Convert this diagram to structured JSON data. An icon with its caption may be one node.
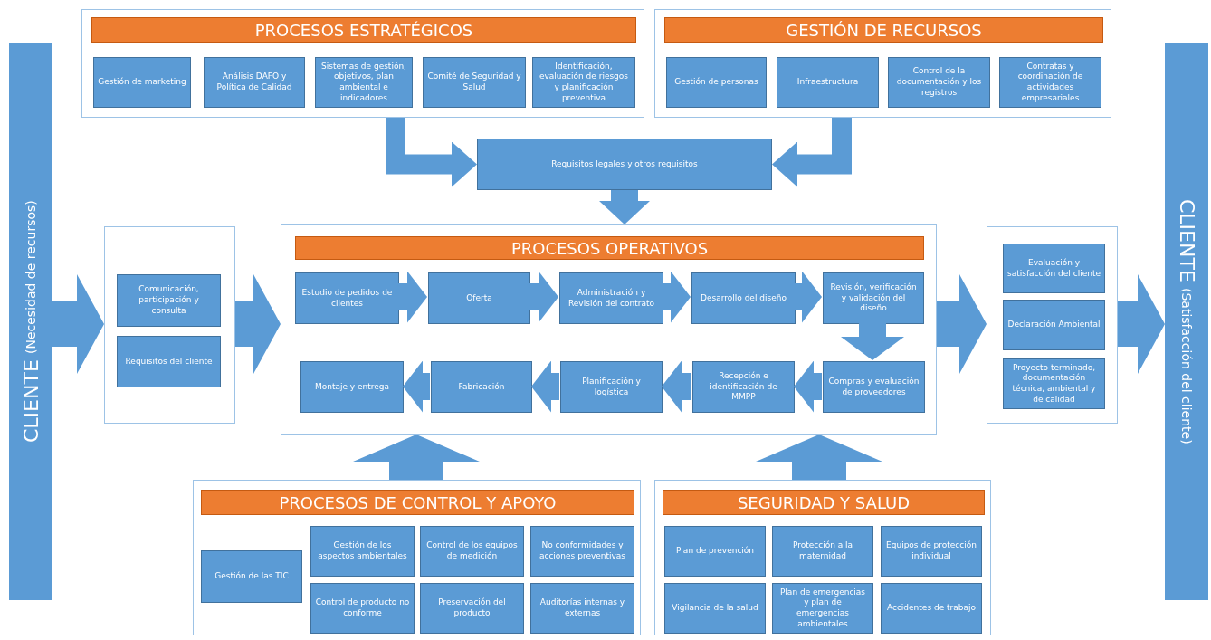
{
  "diagram": {
    "nodes": [
      {
        "text": [
          "CLIENTE",
          "(Necesidad de recursos)"
        ]
      },
      {
        "text": [
          "PROCESOS ESTRATÉGICOS"
        ]
      },
      {
        "text": [
          "Gestión de marketing"
        ],
        "in": 1
      },
      {
        "text": [
          "Análisis DAFO y Política de Calidad"
        ],
        "in": 1
      },
      {
        "text": [
          "Sistemas de gestión, objetivos, plan ambiental e indicadores"
        ],
        "in": 1
      },
      {
        "text": [
          "Comité de Seguridad y Salud"
        ],
        "in": 1
      },
      {
        "text": [
          "Identificación, evaluación de riesgos y planificación preventiva"
        ],
        "in": 1
      },
      {
        "text": [
          "GESTIÓN DE RECURSOS"
        ]
      },
      {
        "text": [
          "Gestión de personas"
        ],
        "in": 7
      },
      {
        "text": [
          "Infraestructura"
        ],
        "in": 7
      },
      {
        "text": [
          "Control de la documentación y los registros"
        ],
        "in": 7
      },
      {
        "text": [
          "Contratas y coordinación de actividades empresariales"
        ],
        "in": 7
      },
      {
        "text": [
          "Requisitos legales y otros requisitos"
        ]
      },
      {
        "text": [],
        "shape": "box"
      },
      {
        "text": [
          "Comunicación, participación y consulta"
        ],
        "in": 13
      },
      {
        "text": [
          "Requisitos del cliente"
        ],
        "in": 13
      },
      {
        "text": [
          "PROCESOS OPERATIVOS"
        ]
      },
      {
        "text": [
          "Estudio de pedidos de clientes"
        ],
        "in": 16
      },
      {
        "text": [
          "Oferta"
        ],
        "in": 16
      },
      {
        "text": [
          "Administración y Revisión del contrato"
        ],
        "in": 16
      },
      {
        "text": [
          "Desarrollo del diseño"
        ],
        "in": 16
      },
      {
        "text": [
          "Revisión, verificación y validación del diseño"
        ],
        "in": 16
      },
      {
        "text": [
          "Montaje y entrega"
        ],
        "in": 16
      },
      {
        "text": [
          "Fabricación"
        ],
        "in": 16
      },
      {
        "text": [
          "Planificación y logística"
        ],
        "in": 16
      },
      {
        "text": [
          "Recepción e identificación de MMPP"
        ],
        "in": 16
      },
      {
        "text": [
          "Compras y evaluación de proveedores"
        ],
        "in": 16
      },
      {
        "text": [],
        "shape": "box"
      },
      {
        "text": [
          "Evaluación y satisfacción del cliente"
        ],
        "in": 27
      },
      {
        "text": [
          "Declaración Ambiental"
        ],
        "in": 27
      },
      {
        "text": [
          "Proyecto terminado, documentación técnica, ambiental y de calidad"
        ],
        "in": 27
      },
      {
        "text": [
          "CLIENTE",
          "(Satisfacción del cliente)"
        ]
      },
      {
        "text": [
          "PROCESOS DE CONTROL Y APOYO"
        ]
      },
      {
        "text": [
          "Gestión de las TIC"
        ],
        "in": 32
      },
      {
        "text": [
          "Gestión de los aspectos ambientales"
        ],
        "in": 32
      },
      {
        "text": [
          "Control de los equipos de medición"
        ],
        "in": 32
      },
      {
        "text": [
          "No conformidades y acciones preventivas"
        ],
        "in": 32
      },
      {
        "text": [
          "Control de producto no conforme"
        ],
        "in": 32
      },
      {
        "text": [
          "Preservación del producto"
        ],
        "in": 32
      },
      {
        "text": [
          "Auditorías internas y externas"
        ],
        "in": 32
      },
      {
        "text": [
          "SEGURIDAD Y SALUD"
        ]
      },
      {
        "text": [
          "Plan de prevención"
        ],
        "in": 40
      },
      {
        "text": [
          "Protección a la maternidad"
        ],
        "in": 40
      },
      {
        "text": [
          "Equipos de protección individual"
        ],
        "in": 40
      },
      {
        "text": [
          "Vigilancia de la salud"
        ],
        "in": 40
      },
      {
        "text": [
          "Plan de emergencias y plan de emergencias ambientales"
        ],
        "in": 40
      },
      {
        "text": [
          "Accidentes de trabajo"
        ],
        "in": 40
      }
    ],
    "edges": [
      {
        "from": 1,
        "to": 12,
        "arrow": "to"
      },
      {
        "from": 7,
        "to": 12,
        "arrow": "to"
      },
      {
        "from": 12,
        "to": 16,
        "arrow": "to"
      },
      {
        "from": 0,
        "to": 13,
        "arrow": "to"
      },
      {
        "from": 13,
        "to": 16,
        "arrow": "to"
      },
      {
        "from": 16,
        "to": 27,
        "arrow": "to"
      },
      {
        "from": 27,
        "to": 31,
        "arrow": "to"
      },
      {
        "from": 17,
        "to": 18,
        "arrow": "to"
      },
      {
        "from": 18,
        "to": 19,
        "arrow": "to"
      },
      {
        "from": 19,
        "to": 20,
        "arrow": "to"
      },
      {
        "from": 20,
        "to": 21,
        "arrow": "to"
      },
      {
        "from": 21,
        "to": 26,
        "arrow": "to"
      },
      {
        "from": 26,
        "to": 25,
        "arrow": "to"
      },
      {
        "from": 25,
        "to": 24,
        "arrow": "to"
      },
      {
        "from": 24,
        "to": 23,
        "arrow": "to"
      },
      {
        "from": 23,
        "to": 22,
        "arrow": "to"
      },
      {
        "from": 32,
        "to": 16,
        "arrow": "to"
      },
      {
        "from": 40,
        "to": 16,
        "arrow": "to"
      }
    ]
  }
}
